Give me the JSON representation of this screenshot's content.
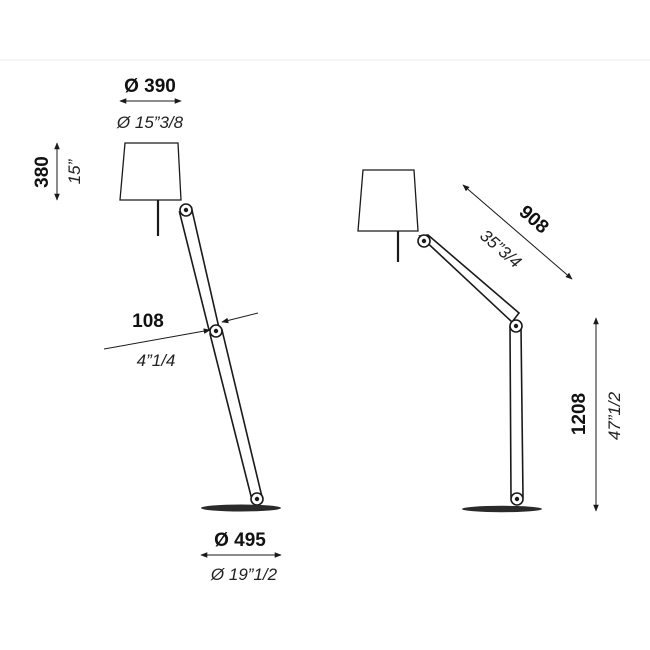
{
  "front_view": {
    "shade_diameter": {
      "metric": "Ø 390",
      "imperial": "Ø 15”3/8"
    },
    "shade_height": {
      "metric": "380",
      "imperial": "15”"
    },
    "arm_width": {
      "metric": "108",
      "imperial": "4”1/4"
    },
    "base_diameter": {
      "metric": "Ø 495",
      "imperial": "Ø 19”1/2"
    }
  },
  "side_view": {
    "upper_arm_length": {
      "metric": "908",
      "imperial": "35”3/4"
    },
    "lower_height": {
      "metric": "1208",
      "imperial": "47”1/2"
    }
  },
  "colors": {
    "line": "#1a1a1a",
    "background": "#ffffff"
  }
}
